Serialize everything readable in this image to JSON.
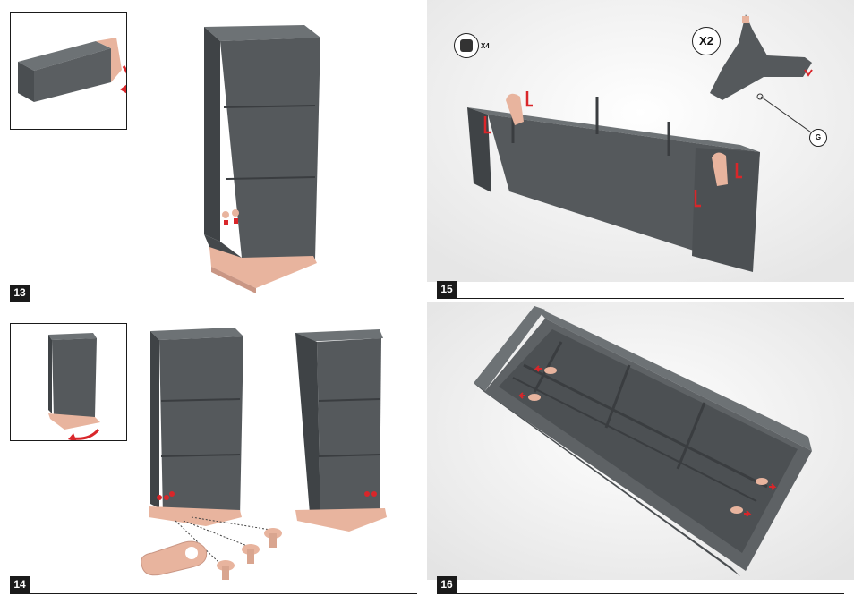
{
  "steps": [
    {
      "number": "13"
    },
    {
      "number": "14"
    },
    {
      "number": "15",
      "qty_label": "X4",
      "set_label": "X2",
      "part_label": "G"
    },
    {
      "number": "16"
    }
  ],
  "colors": {
    "plastic": "#55595c",
    "plastic_dark": "#3f4346",
    "plastic_light": "#6f7477",
    "part_highlight": "#e8b49e",
    "arrow": "#d9262a"
  }
}
